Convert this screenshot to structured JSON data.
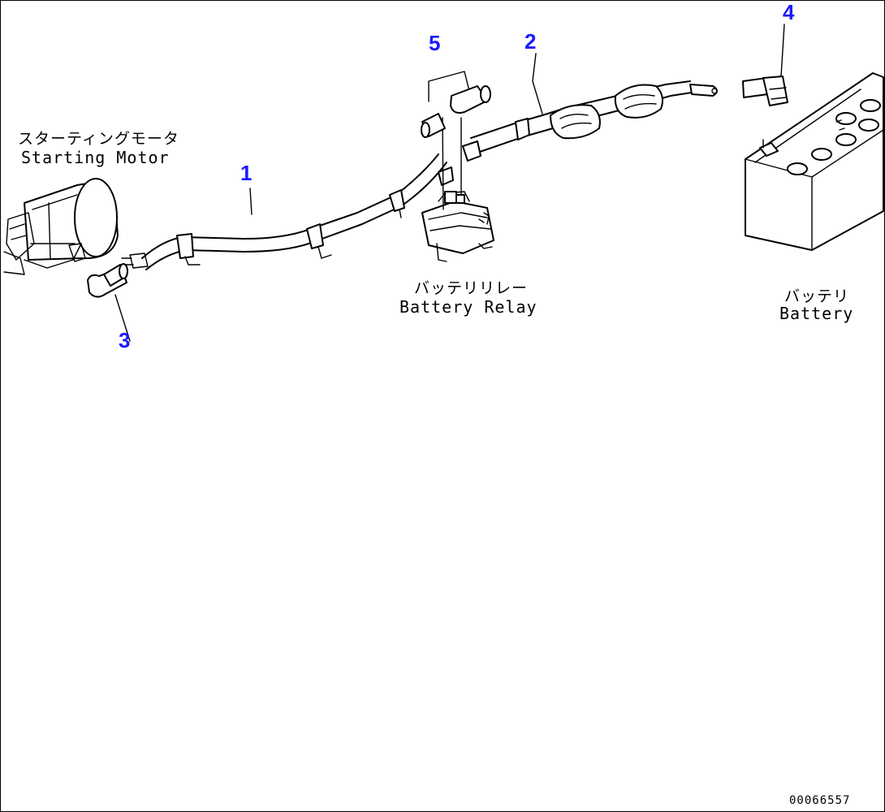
{
  "labels": {
    "starting_motor_jp": "スターティングモータ",
    "starting_motor_en": "Starting Motor",
    "battery_relay_jp": "バッテリリレー",
    "battery_relay_en": "Battery Relay",
    "battery_jp": "バッテリ",
    "battery_en": "Battery"
  },
  "callouts": [
    "1",
    "2",
    "3",
    "4",
    "5"
  ],
  "drawing_code": "00066557",
  "colors": {
    "callout": "#1a1aff",
    "line": "#000000"
  }
}
